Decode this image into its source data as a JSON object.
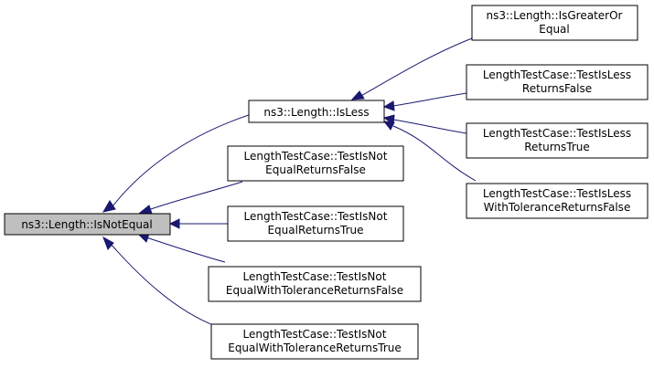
{
  "nodes": {
    "root": [
      "ns3::Length::IsNotEqual"
    ],
    "is_less": [
      "ns3::Length::IsLess"
    ],
    "is_greater_or_equal": [
      "ns3::Length::IsGreaterOr",
      "Equal"
    ],
    "test_is_less_returns_false": [
      "LengthTestCase::TestIsLess",
      "ReturnsFalse"
    ],
    "test_is_less_returns_true": [
      "LengthTestCase::TestIsLess",
      "ReturnsTrue"
    ],
    "test_is_less_with_tolerance_returns_false": [
      "LengthTestCase::TestIsLess",
      "WithToleranceReturnsFalse"
    ],
    "test_is_not_equal_returns_false": [
      "LengthTestCase::TestIsNot",
      "EqualReturnsFalse"
    ],
    "test_is_not_equal_returns_true": [
      "LengthTestCase::TestIsNot",
      "EqualReturnsTrue"
    ],
    "test_is_not_equal_with_tolerance_returns_false": [
      "LengthTestCase::TestIsNot",
      "EqualWithToleranceReturnsFalse"
    ],
    "test_is_not_equal_with_tolerance_returns_true": [
      "LengthTestCase::TestIsNot",
      "EqualWithToleranceReturnsTrue"
    ]
  },
  "colors": {
    "edge": "#191970",
    "root_fill": "#bfbfbf",
    "node_fill": "#ffffff",
    "node_border": "#000000"
  }
}
